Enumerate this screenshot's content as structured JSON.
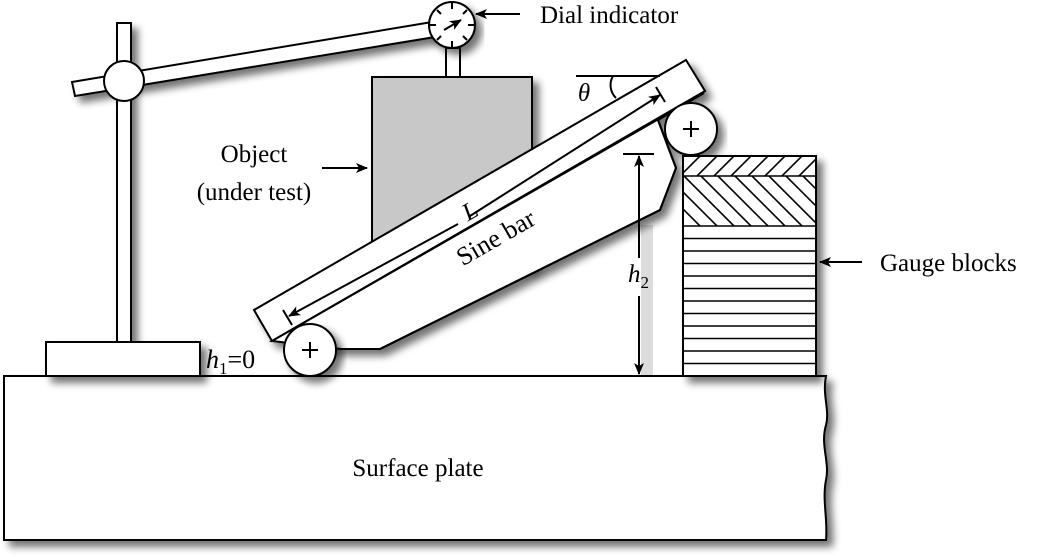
{
  "figure": {
    "title": "Sine bar angle measurement setup",
    "labels": {
      "dial_indicator": "Dial indicator",
      "object_line1": "Object",
      "object_line2": "(under test)",
      "theta": "θ",
      "length": "L",
      "sine_bar": "Sine bar",
      "h2_base": "h",
      "h2_sub": "2",
      "h1_base": "h",
      "h1_sub": "1",
      "h1_value": "=0",
      "gauge_blocks": "Gauge blocks",
      "surface_plate": "Surface plate"
    },
    "colors": {
      "stroke": "#000000",
      "object_fill": "#c8c8c8",
      "shadow": "#9a9a9a",
      "fill": "#ffffff",
      "h2_strip": "#dcdcdc"
    },
    "gauge_block_stack": {
      "hatched_blocks": 2,
      "plain_blocks": 12
    }
  }
}
